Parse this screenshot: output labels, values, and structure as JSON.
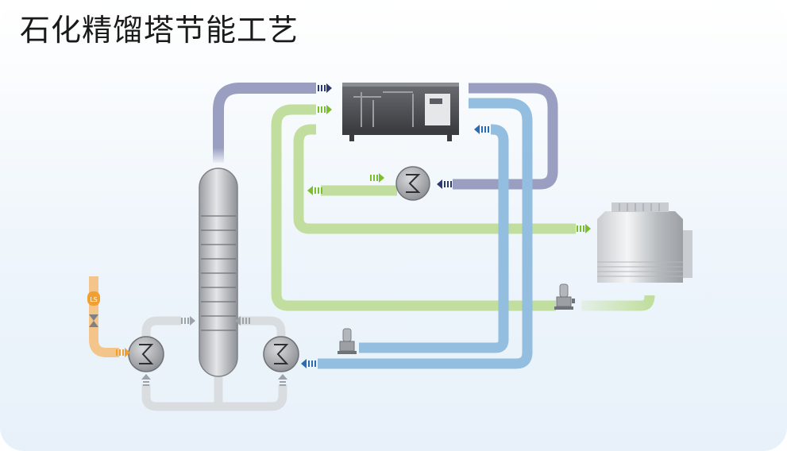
{
  "title": "石化精馏塔节能工艺",
  "colors": {
    "purple_pipe": "#9a9ec0",
    "green_pipe": "#c2de9e",
    "blue_pipe": "#93bedf",
    "grey_pipe": "#d9dcdf",
    "orange_pipe": "#f3c58a",
    "arrow_navy": "#2d3a6b",
    "arrow_green": "#7bbf2a",
    "arrow_blue": "#2b6cb0",
    "arrow_grey": "#9ea3a8",
    "arrow_orange": "#f0a030"
  },
  "icons": [
    "chiller-unit",
    "heat-exchanger",
    "cooling-tower",
    "distillation-column",
    "pump",
    "steam-trap-valve"
  ]
}
